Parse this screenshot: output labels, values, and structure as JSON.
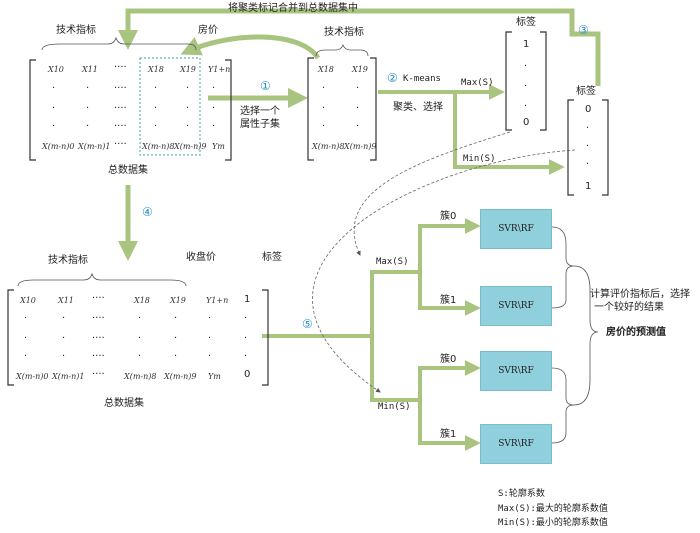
{
  "colors": {
    "arrow": "#a9c47f",
    "box": "#8fd0dc",
    "circle": "#2a8fc6"
  },
  "top_label": "将聚类标记合并到总数据集中",
  "house_price": "房价",
  "step1": "①",
  "step2": "②",
  "step3": "③",
  "step4": "④",
  "step5": "⑤",
  "select_subset": [
    "选择一个",
    "属性子集"
  ],
  "kmeans": "K-means",
  "cluster_select": "聚类、选择",
  "tech_indicator": "技术指标",
  "total_dataset": "总数据集",
  "label": "标签",
  "close_price": "收盘价",
  "max_s": "Max(S)",
  "min_s": "Min(S)",
  "cluster0": "簇0",
  "cluster1": "簇1",
  "svr_rf": "SVR\\RF",
  "eval_note": [
    "计算评价指标后，选择",
    "一个较好的结果"
  ],
  "prediction": "房价的预测值",
  "dot": "·",
  "dots4": "····",
  "dots_row": "·  ·  ·  ·",
  "m1": {
    "r1": [
      "X10",
      "X11",
      "X18",
      "X19",
      "Y1+n"
    ],
    "r2": [
      "X(m-n)0",
      "X(m-n)1",
      "X(m-n)8",
      "X(m-n)9",
      "Ym"
    ]
  },
  "m2": {
    "r1": [
      "X18",
      "X19"
    ],
    "r2": [
      "X(m-n)8",
      "X(m-n)9"
    ]
  },
  "lab1": [
    "1",
    "0"
  ],
  "lab2": [
    "0",
    "1"
  ],
  "m3": {
    "r1": [
      "X10",
      "X11",
      "X18",
      "X19",
      "Y1+n",
      "1"
    ],
    "r2": [
      "X(m-n)0",
      "X(m-n)1",
      "X(m-n)8",
      "X(m-n)9",
      "Ym",
      "0"
    ]
  },
  "legend": [
    "S:轮廓系数",
    "Max(S):最大的轮廓系数值",
    "Min(S):最小的轮廓系数值"
  ]
}
